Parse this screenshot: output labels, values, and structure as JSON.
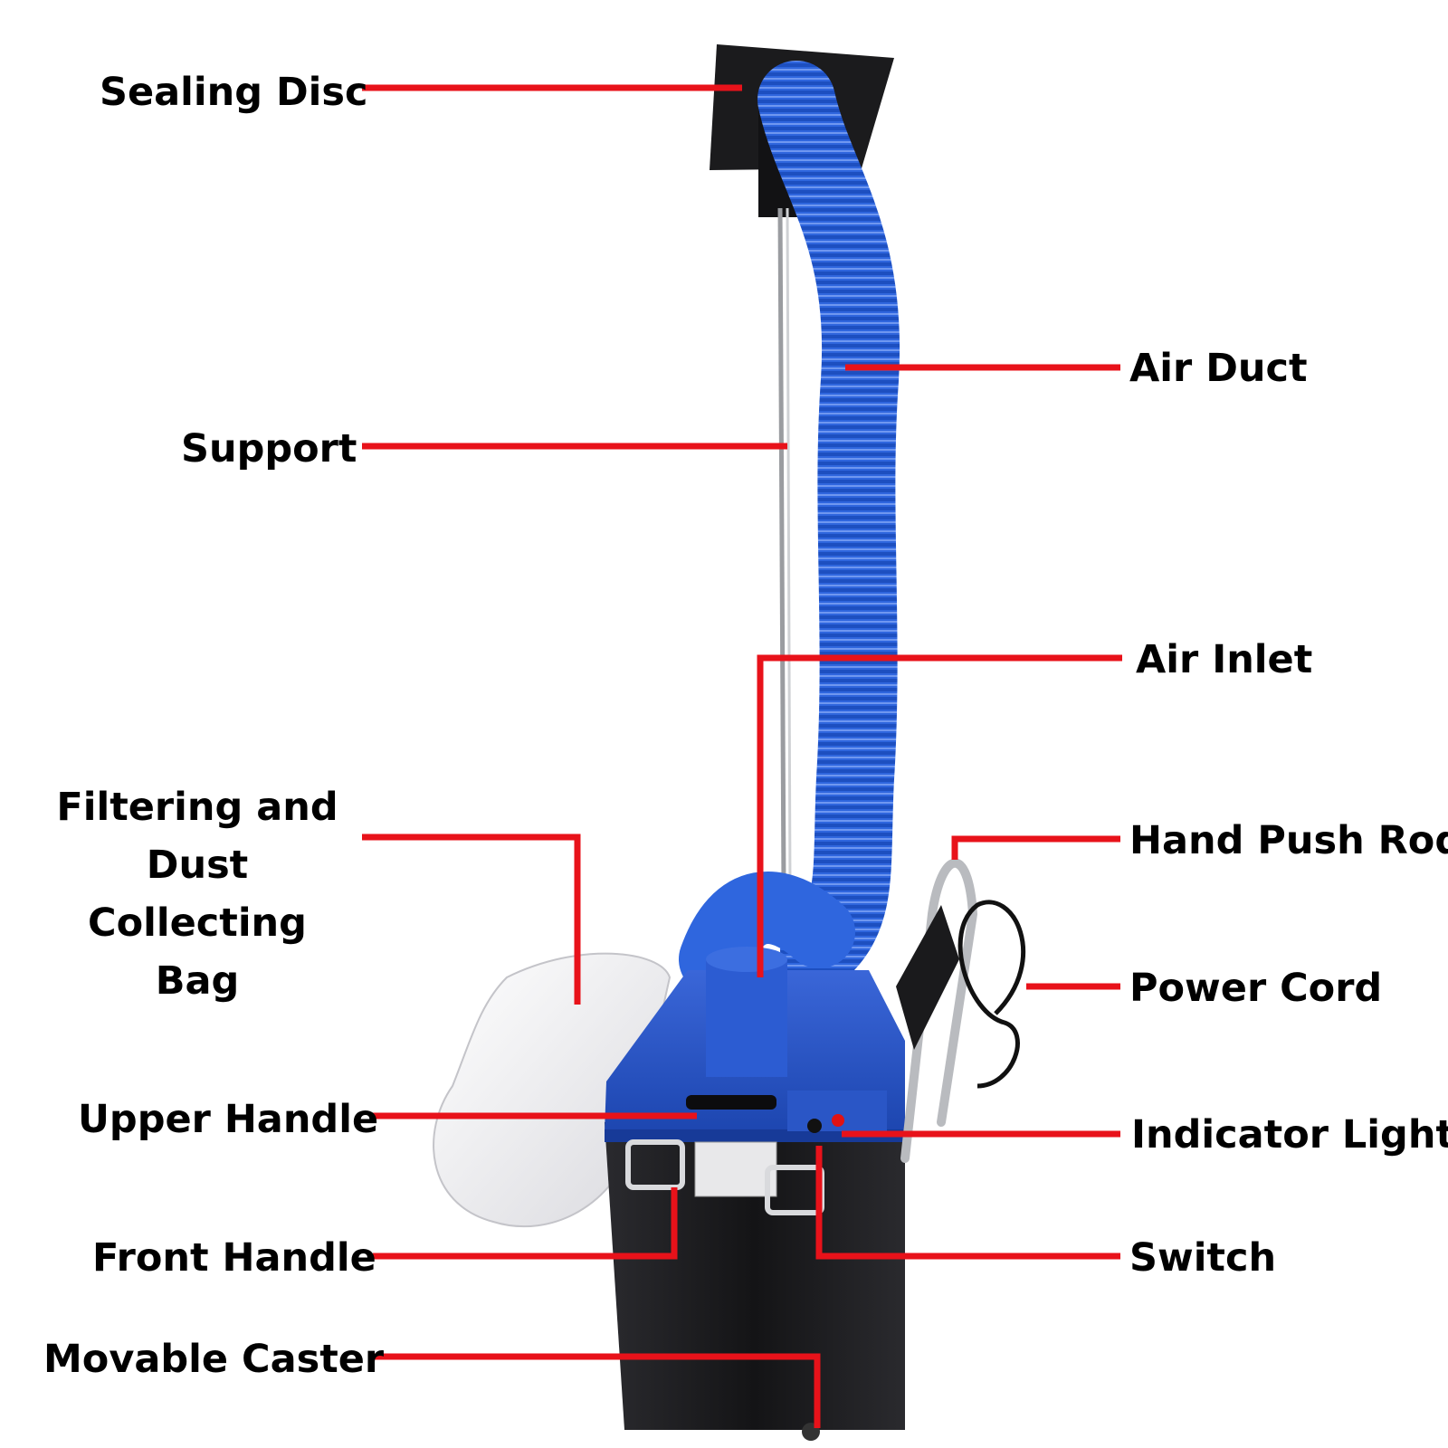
{
  "colors": {
    "leader_line": "#e8121a",
    "duct_blue": "#2a5fd6",
    "cabinet_black": "#1f1f22",
    "top_blue": "#2b55c8",
    "bag_white": "#f2f2f4",
    "label_text": "#000000"
  },
  "labels": {
    "sealing_disc": "Sealing Disc",
    "support": "Support",
    "filter_bag": "Filtering and\nDust Collecting\nBag",
    "upper_handle": "Upper Handle",
    "front_handle": "Front Handle",
    "movable_caster": "Movable Caster",
    "air_duct": "Air Duct",
    "air_inlet": "Air Inlet",
    "hand_push_rod": "Hand Push Rod",
    "power_cord": "Power Cord",
    "indicator_light": "Indicator Light",
    "switch": "Switch"
  }
}
